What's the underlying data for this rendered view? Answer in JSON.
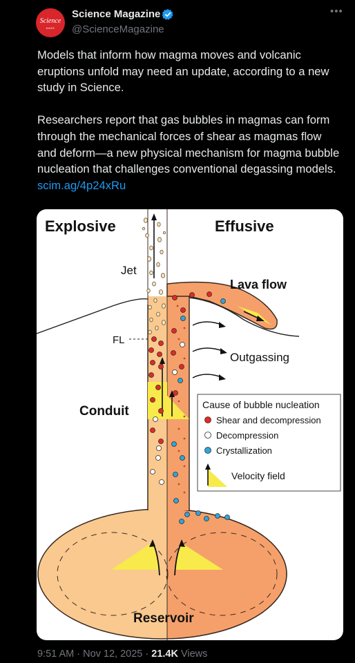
{
  "account": {
    "name": "Science Magazine",
    "handle": "@ScienceMagazine",
    "avatar_text": "Science",
    "avatar_subtext": "AAAS"
  },
  "menu_icon": "more-horizontal-icon",
  "tweet": {
    "paragraph1": "Models that inform how magma moves and volcanic eruptions unfold may need an update, according to a new study in Science.",
    "paragraph2": "Researchers report that gas bubbles in magmas can form through the mechanical forces of shear as magmas flow and deform—a new physical mechanism for magma bubble nucleation that challenges conventional degassing models.",
    "link": "scim.ag/4p24xRu"
  },
  "figure": {
    "left_title": "Explosive",
    "right_title": "Effusive",
    "labels": {
      "jet": "Jet",
      "fl": "FL",
      "lava_flow": "Lava flow",
      "outgassing": "Outgassing",
      "conduit": "Conduit",
      "reservoir": "Reservoir"
    },
    "legend": {
      "title": "Cause of bubble nucleation",
      "items": [
        {
          "label": "Shear and decompression",
          "color": "#e02a2a"
        },
        {
          "label": "Decompression",
          "color": "#ffffff"
        },
        {
          "label": "Crystallization",
          "color": "#2aa7e0"
        },
        {
          "label": "Velocity field",
          "color": "#f7ea4a"
        }
      ]
    },
    "colors": {
      "magma_left": "#f9c98f",
      "magma_right": "#f5a06b",
      "shear_zone": "#f7ea4a"
    }
  },
  "footer": {
    "time": "9:51 AM",
    "date": "Nov 12, 2025",
    "views_count": "21.4K",
    "views_label": "Views"
  }
}
